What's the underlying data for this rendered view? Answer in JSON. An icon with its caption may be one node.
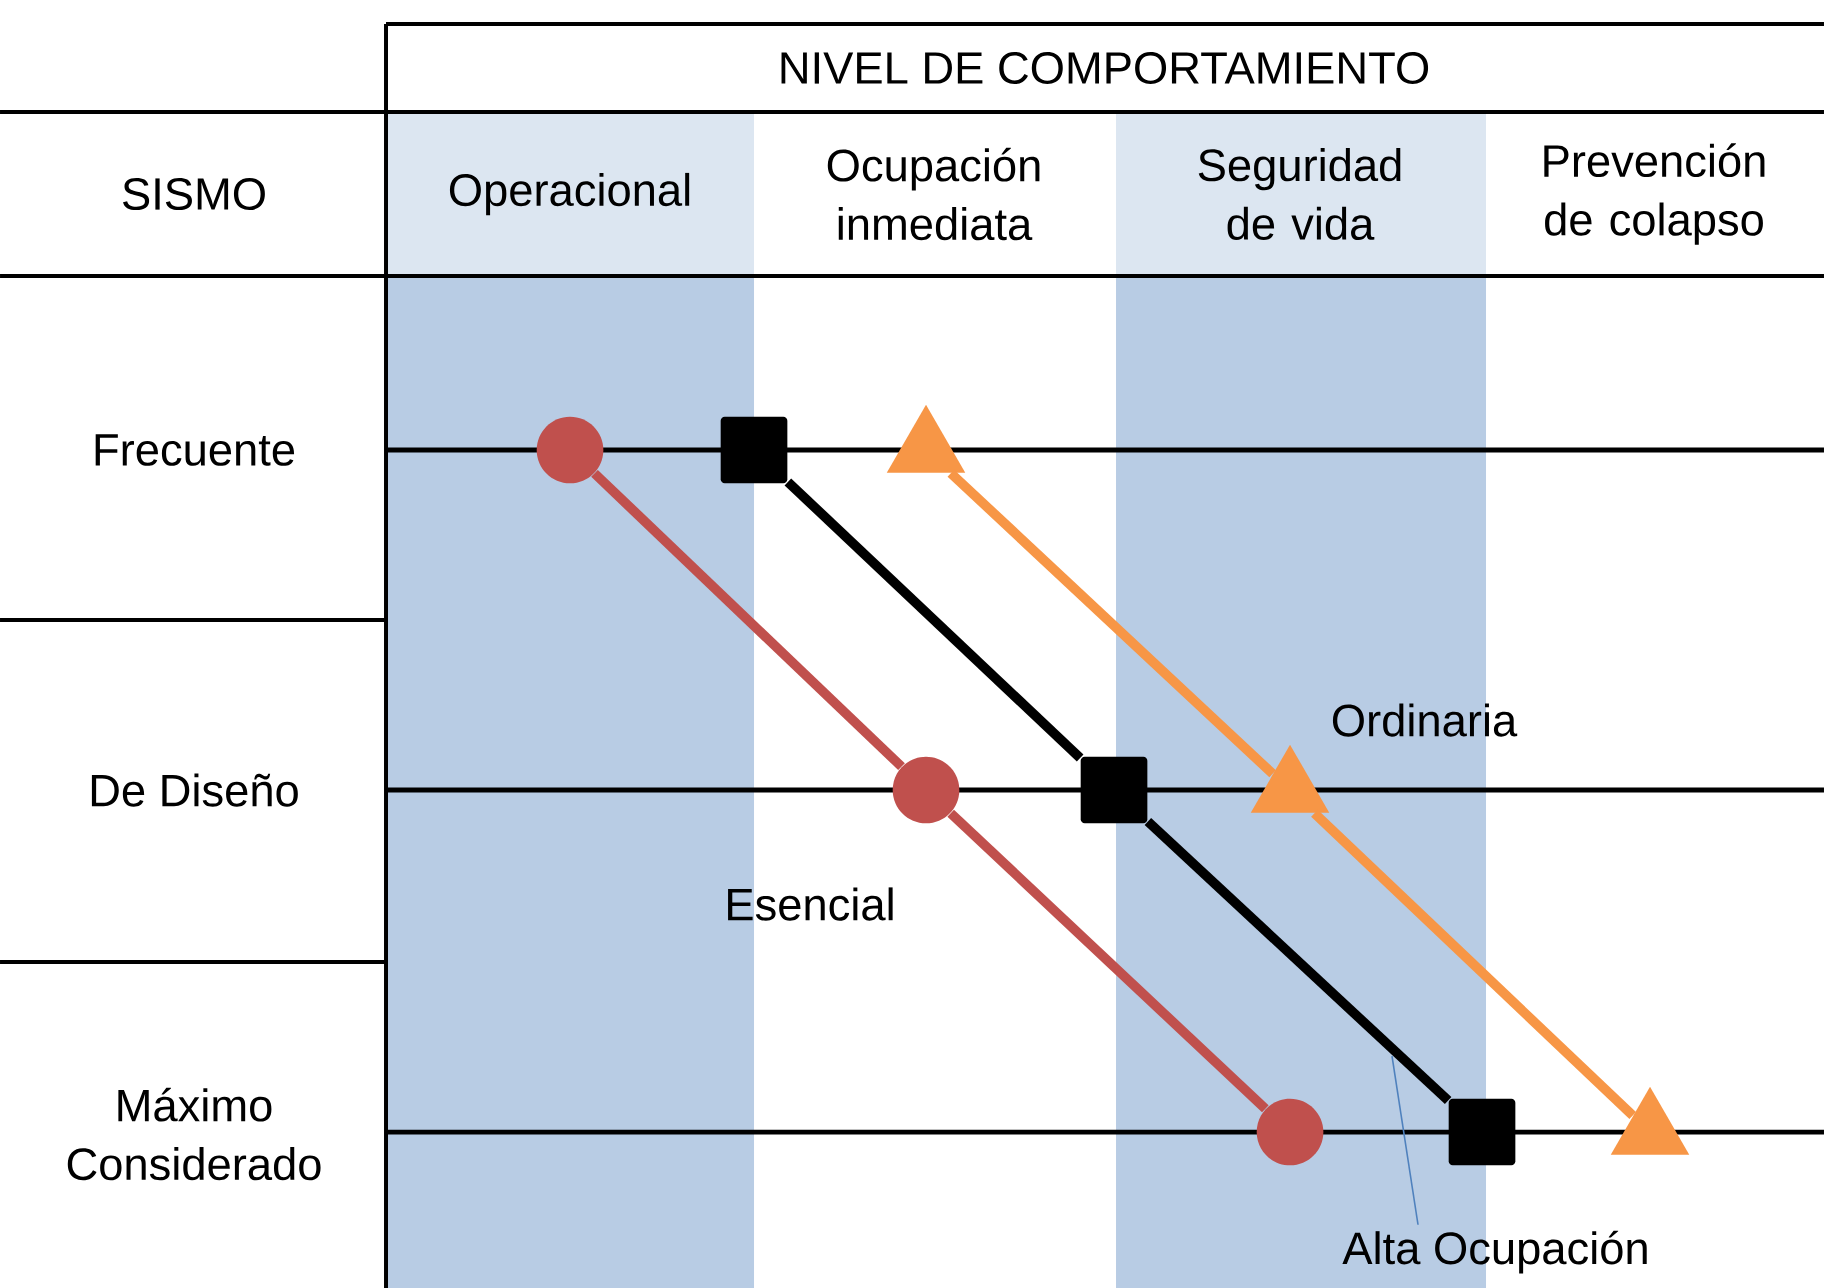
{
  "diagram": {
    "nodes": [
      {
        "text": [],
        "shape": "circle"
      },
      {
        "text": [],
        "shape": "box"
      },
      {
        "text": [],
        "shape": "triangle"
      },
      {
        "text": [],
        "shape": "circle"
      },
      {
        "text": [],
        "shape": "box"
      },
      {
        "text": [],
        "shape": "triangle"
      },
      {
        "text": [],
        "shape": "circle"
      },
      {
        "text": [],
        "shape": "box"
      },
      {
        "text": [],
        "shape": "triangle"
      },
      {
        "text": [
          "Alta Ocupación"
        ]
      }
    ],
    "edges": [
      {
        "from": 0,
        "to": 3,
        "arrow": "none",
        "color": "#c0504d"
      },
      {
        "from": 3,
        "to": 6,
        "arrow": "none",
        "color": "#c0504d"
      },
      {
        "from": 1,
        "to": 4,
        "arrow": "none",
        "color": "#000000"
      },
      {
        "from": 4,
        "to": 7,
        "arrow": "none",
        "color": "#000000"
      },
      {
        "from": 2,
        "to": 5,
        "arrow": "none",
        "color": "#f79646"
      },
      {
        "from": 5,
        "to": 8,
        "arrow": "none",
        "color": "#f79646"
      },
      {
        "from": 9,
        "to": null,
        "arrow": "none",
        "color": "#4f81bd"
      }
    ],
    "labels": [
      "NIVEL DE COMPORTAMIENTO",
      "SISMO",
      "Operacional",
      "Ocupación inmediata",
      "Seguridad de vida",
      "Prevención de colapso",
      "Frecuente",
      "Ordinaria",
      "De Diseño",
      "Esencial",
      "Máximo Considerado"
    ]
  }
}
